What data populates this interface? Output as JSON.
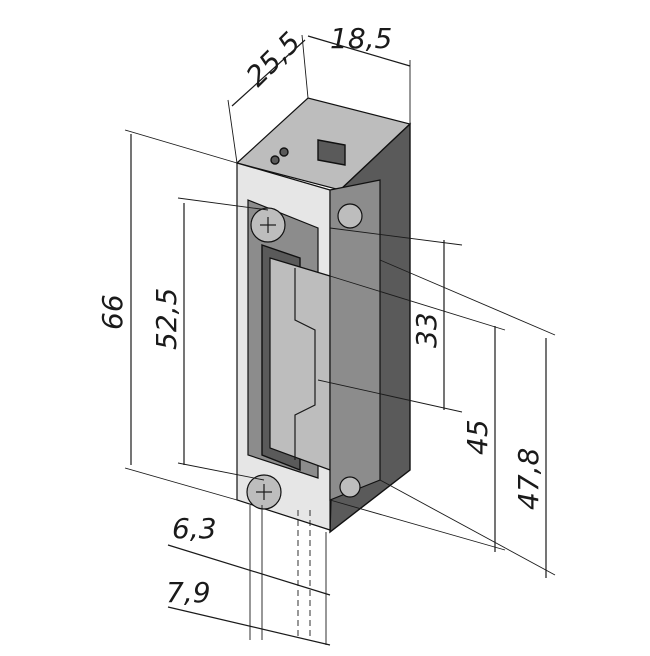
{
  "dimensions": {
    "width_top": "25,5",
    "depth_top": "18,5",
    "height_total": "66",
    "height_screws": "52,5",
    "latch_height": "33",
    "latch_offset": "45",
    "face_height": "47,8",
    "offset_small": "6,3",
    "offset_large": "7,9"
  },
  "colors": {
    "ink": "#1a1a1a",
    "body_dark": "#5a5a5a",
    "body_mid": "#8c8c8c",
    "body_light": "#bdbdbd"
  }
}
